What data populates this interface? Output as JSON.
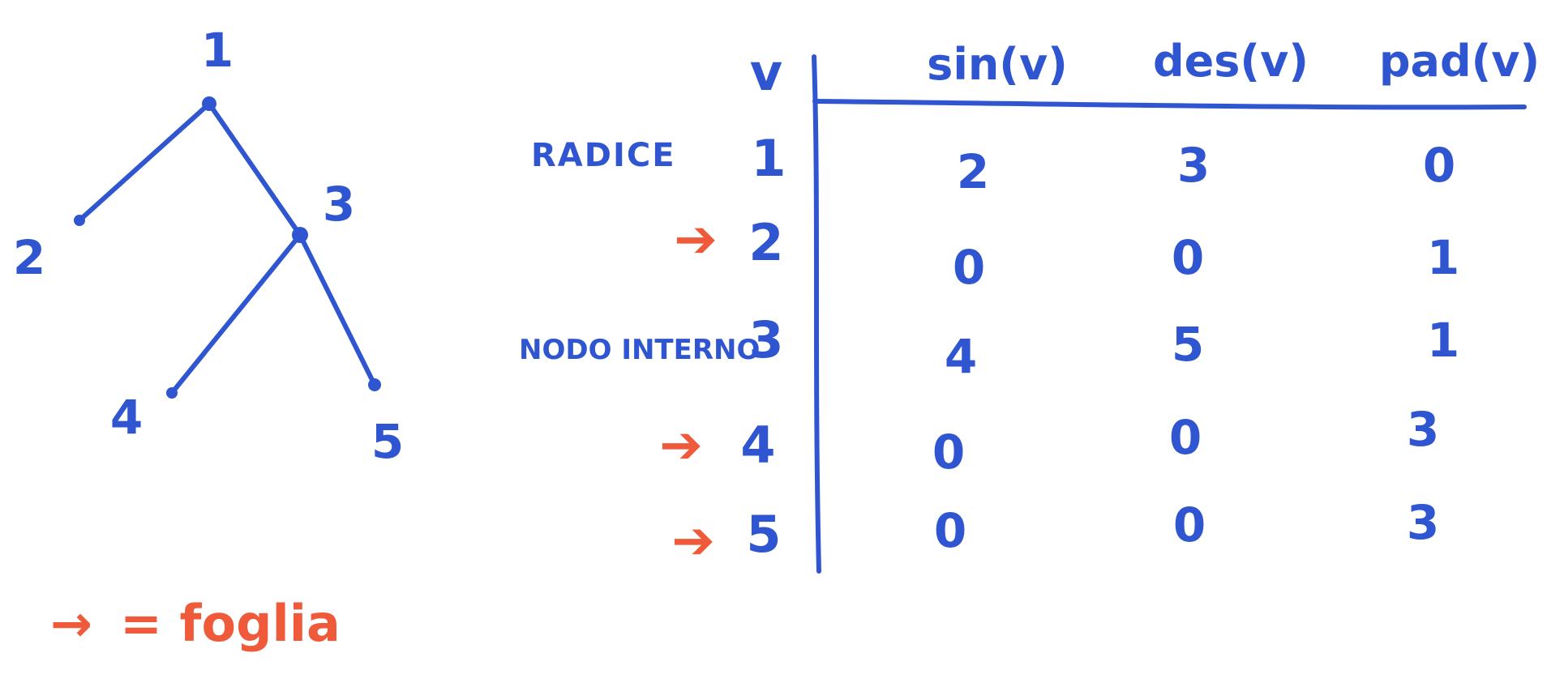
{
  "tree": {
    "nodes": [
      {
        "id": "1",
        "label": "1"
      },
      {
        "id": "2",
        "label": "2"
      },
      {
        "id": "3",
        "label": "3"
      },
      {
        "id": "4",
        "label": "4"
      },
      {
        "id": "5",
        "label": "5"
      }
    ],
    "edges": [
      {
        "from": "1",
        "to": "2"
      },
      {
        "from": "1",
        "to": "3"
      },
      {
        "from": "3",
        "to": "4"
      },
      {
        "from": "3",
        "to": "5"
      }
    ]
  },
  "table": {
    "headers": {
      "v": "v",
      "sin": "sin(v)",
      "des": "des(v)",
      "pad": "pad(v)"
    },
    "rows": [
      {
        "v": "1",
        "sin": "2",
        "des": "3",
        "pad": "0",
        "note": "RADICE",
        "leaf": false
      },
      {
        "v": "2",
        "sin": "0",
        "des": "0",
        "pad": "1",
        "note": "",
        "leaf": true
      },
      {
        "v": "3",
        "sin": "4",
        "des": "5",
        "pad": "1",
        "note": "NODO INTERNO",
        "leaf": false
      },
      {
        "v": "4",
        "sin": "0",
        "des": "0",
        "pad": "3",
        "note": "",
        "leaf": true
      },
      {
        "v": "5",
        "sin": "0",
        "des": "0",
        "pad": "3",
        "note": "",
        "leaf": true
      }
    ]
  },
  "legend": {
    "symbol": "→",
    "text": "= foglia"
  },
  "colors": {
    "ink": "#2f56d0",
    "highlight": "#ef5b3a"
  }
}
